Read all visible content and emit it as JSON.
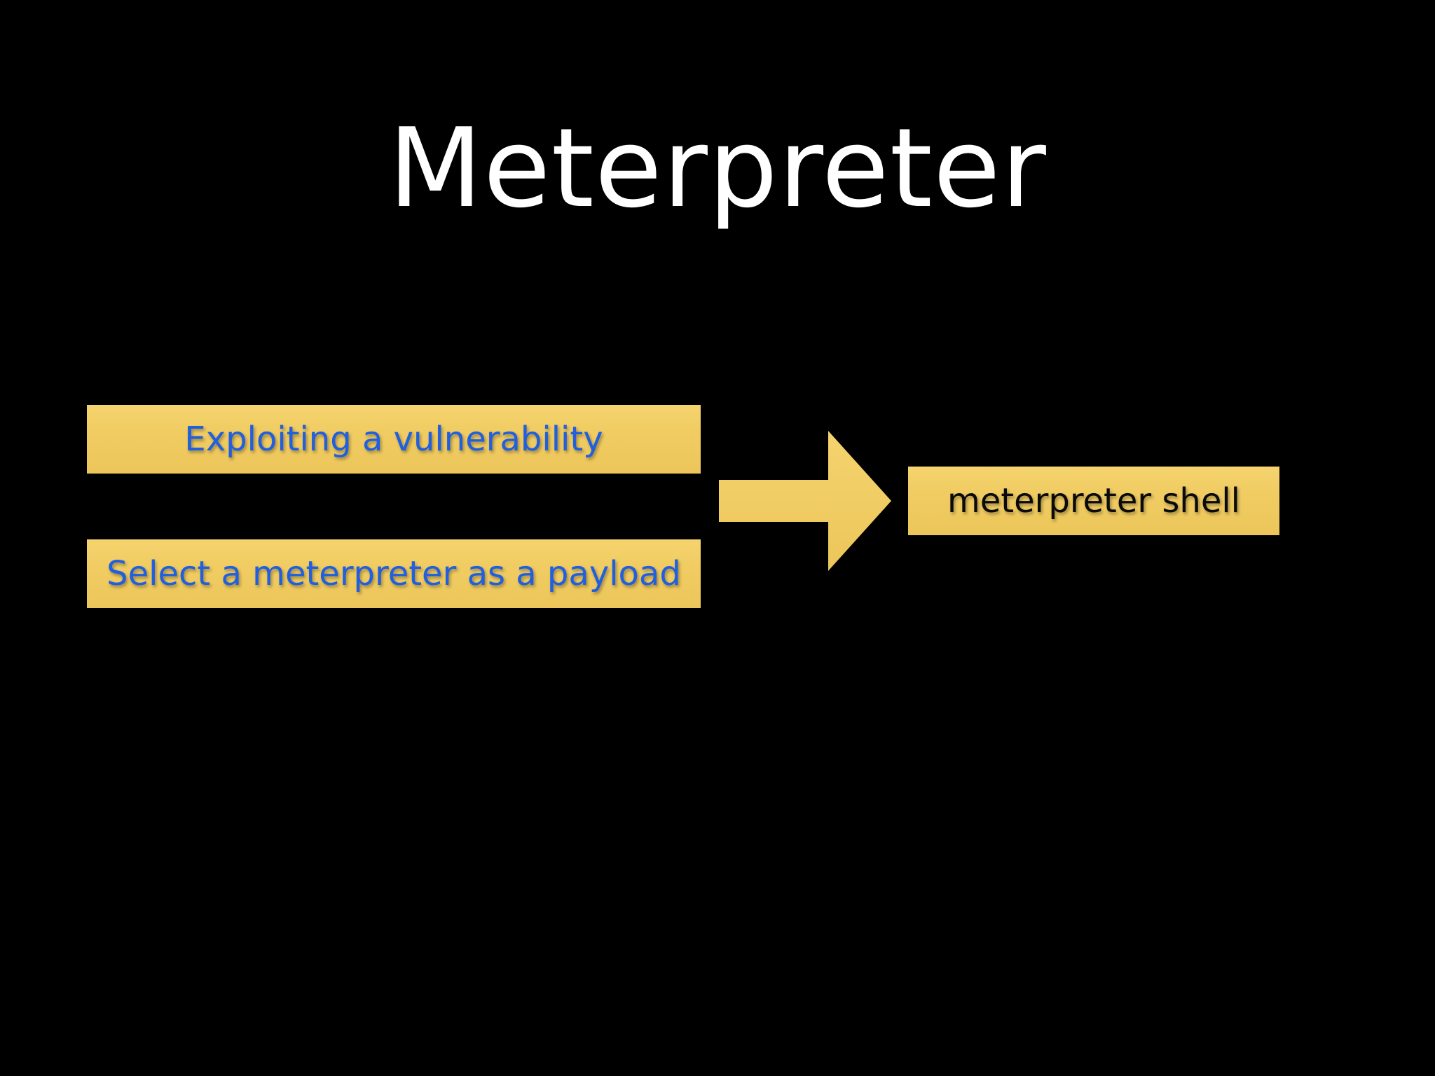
{
  "slide": {
    "title": "Meterpreter"
  },
  "diagram": {
    "inputs": [
      "Exploiting a vulnerability",
      "Select a meterpreter as a payload"
    ],
    "output": "meterpreter shell",
    "colors": {
      "background": "#000000",
      "box_fill": "#f0cc62",
      "input_text": "#1f5fe0",
      "output_text": "#0a0a0a",
      "title_text": "#ffffff"
    }
  }
}
